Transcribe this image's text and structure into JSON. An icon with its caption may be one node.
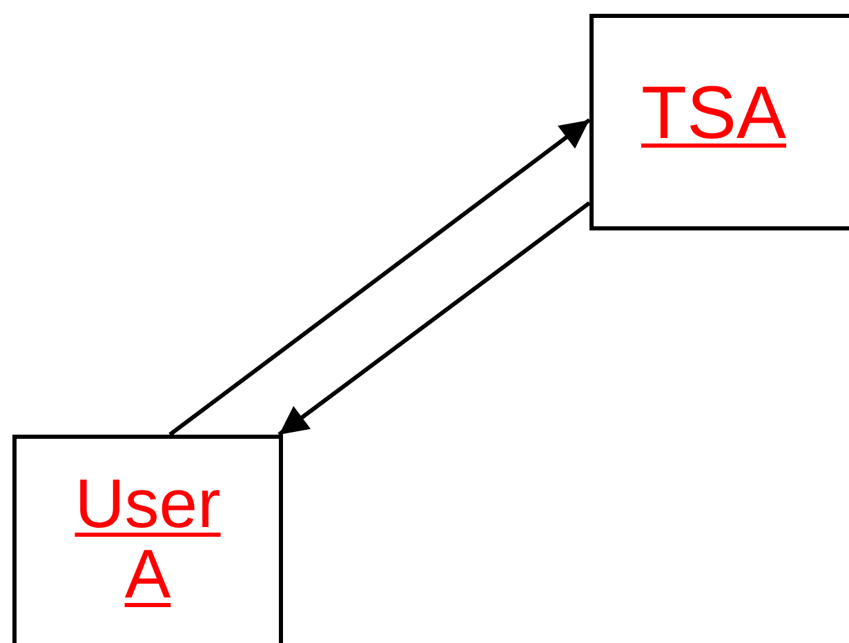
{
  "diagram": {
    "nodes": [
      {
        "text": [
          "TSA"
        ]
      },
      {
        "text": [
          "User A"
        ]
      }
    ],
    "edges": [
      {
        "from": 1,
        "to": 0,
        "arrow": "to"
      },
      {
        "from": 0,
        "to": 1,
        "arrow": "to"
      }
    ]
  }
}
